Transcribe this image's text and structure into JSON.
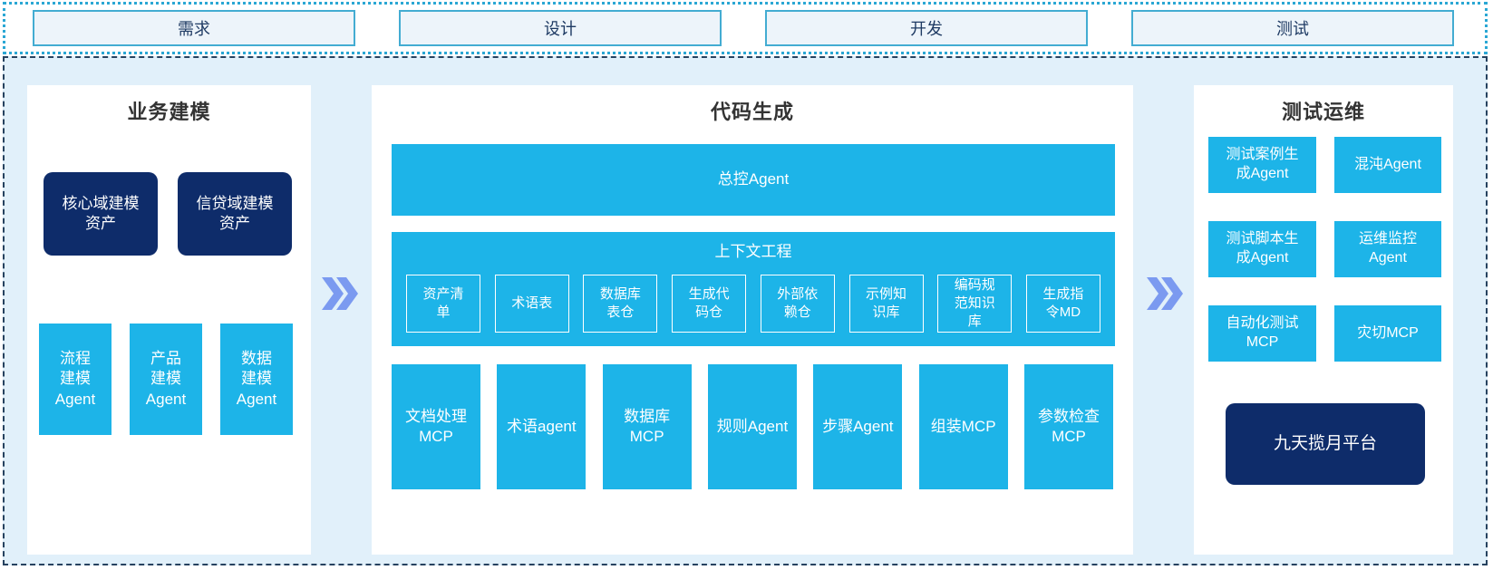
{
  "phases": [
    {
      "label": "需求"
    },
    {
      "label": "设计"
    },
    {
      "label": "开发"
    },
    {
      "label": "测试"
    }
  ],
  "left_panel": {
    "title": "业务建模",
    "asset_boxes": [
      {
        "label": "核心域建模\n资产"
      },
      {
        "label": "信贷域建模\n资产"
      }
    ],
    "agent_boxes": [
      {
        "label": "流程\n建模\nAgent"
      },
      {
        "label": "产品\n建模\nAgent"
      },
      {
        "label": "数据\n建模\nAgent"
      }
    ]
  },
  "middle_panel": {
    "title": "代码生成",
    "master_agent_label": "总控Agent",
    "context_engineering": {
      "title": "上下文工程",
      "boxes": [
        {
          "label": "资产清\n单"
        },
        {
          "label": "术语表"
        },
        {
          "label": "数据库\n表仓"
        },
        {
          "label": "生成代\n码仓"
        },
        {
          "label": "外部依\n赖仓"
        },
        {
          "label": "示例知\n识库"
        },
        {
          "label": "编码规\n范知识\n库"
        },
        {
          "label": "生成指\n令MD"
        }
      ]
    },
    "worker_boxes": [
      {
        "label": "文档处理\nMCP"
      },
      {
        "label": "术语agent"
      },
      {
        "label": "数据库\nMCP"
      },
      {
        "label": "规则Agent"
      },
      {
        "label": "步骤Agent"
      },
      {
        "label": "组装MCP"
      },
      {
        "label": "参数检查\nMCP"
      }
    ]
  },
  "right_panel": {
    "title": "测试运维",
    "ops_boxes": [
      {
        "label": "测试案例生\n成Agent"
      },
      {
        "label": "混沌Agent"
      },
      {
        "label": "测试脚本生\n成Agent"
      },
      {
        "label": "运维监控\nAgent"
      },
      {
        "label": "自动化测试\nMCP"
      },
      {
        "label": "灾切MCP"
      }
    ],
    "platform_label": "九天揽月平台"
  },
  "icons": {
    "flow_arrow": "double-chevron-right"
  },
  "colors": {
    "cyan_box": "#1db4e8",
    "navy_box": "#0e2c6a",
    "panel_bg": "#ffffff",
    "container_bg": "#e1f0fa",
    "container_border": "#26425f",
    "strip_border": "#2aa7d4",
    "phase_box_bg": "#edf4fa",
    "phase_box_border": "#43acd2",
    "phase_text": "#1e3a63",
    "chevron": "#7b9af0",
    "title_text": "#333333"
  }
}
